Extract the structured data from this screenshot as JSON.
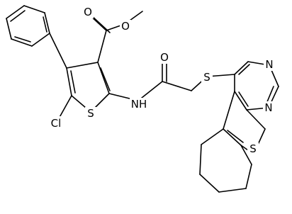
{
  "molecule": {
    "atoms": {
      "cl": "Cl",
      "s_thiophene": "S",
      "nh": "NH",
      "o_ester_carbonyl": "O",
      "o_ester": "O",
      "o_amide": "O",
      "s_thioether": "S",
      "n_pyrimidine_1": "N",
      "n_pyrimidine_2": "N",
      "s_fused": "S"
    }
  }
}
